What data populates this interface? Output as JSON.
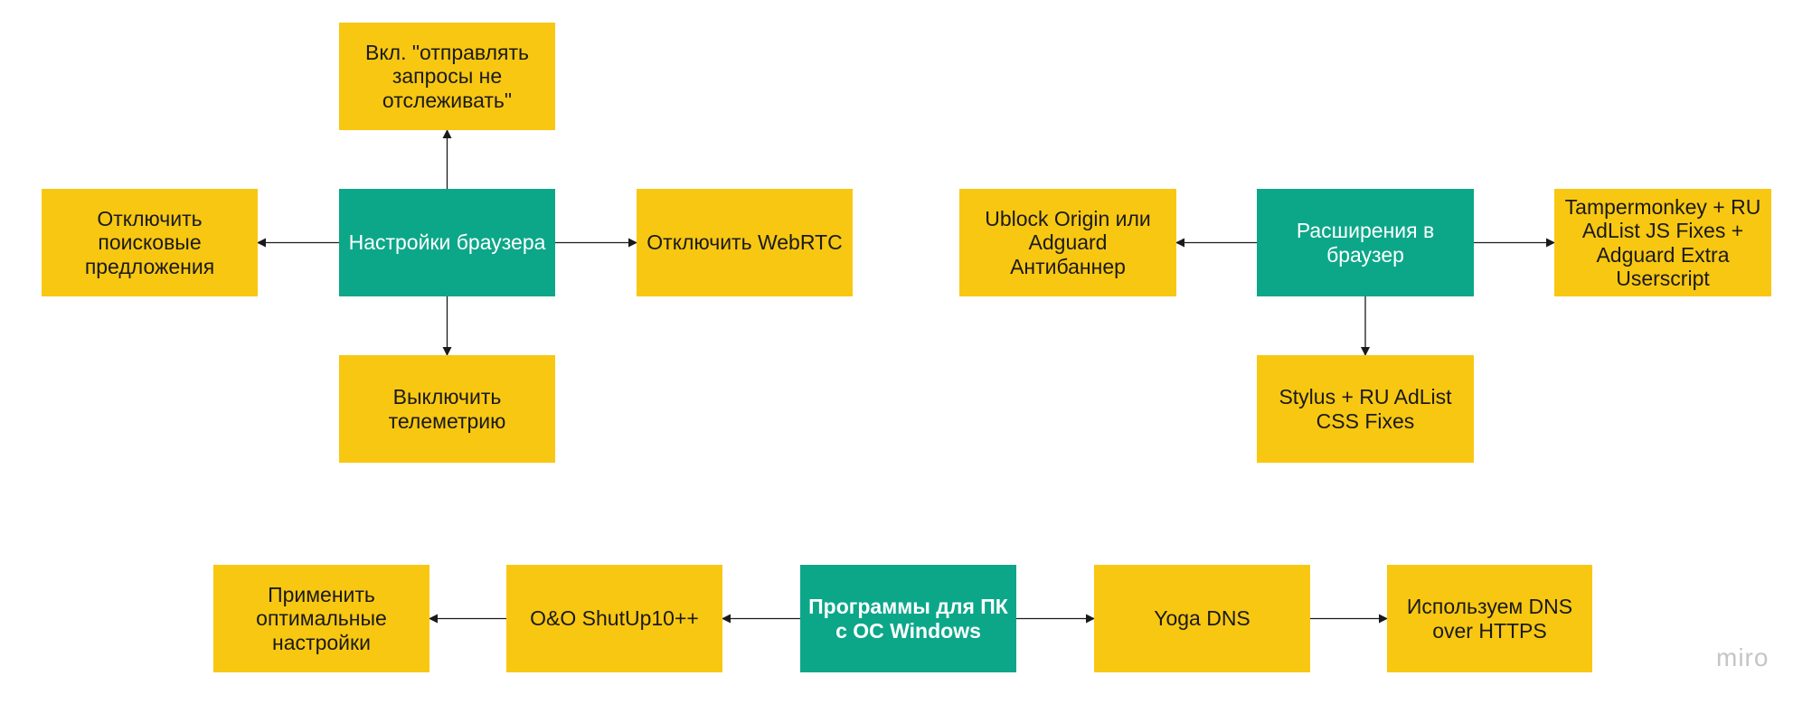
{
  "diagram": {
    "colors": {
      "hub": "#0ca789",
      "leaf": "#f8c712",
      "edge": "#1a1a1a"
    },
    "nodes": {
      "browser_settings": "Настройки браузера",
      "do_not_track": "Вкл. \"отправлять\nзапросы не\nотслеживать\"",
      "disable_suggestions": "Отключить\nпоисковые\nпредложения",
      "disable_webrtc": "Отключить WebRTC",
      "disable_telemetry": "Выключить\nтелеметрию",
      "browser_extensions": "Расширения в\nбраузер",
      "ublock": "Ublock Origin или\nAdguard\nАнтибаннер",
      "tampermonkey": "Tampermonkey + RU\nAdList JS Fixes +\nAdguard Extra\nUserscript",
      "stylus": "Stylus + RU AdList\nCSS Fixes",
      "windows_programs": "Программы для ПК\nс ОС Windows",
      "shutup": "O&O ShutUp10++",
      "optimal_settings": "Применить\nоптимальные\nнастройки",
      "yoga_dns": "Yoga DNS",
      "dns_https": "Используем  DNS\nover HTTPS"
    },
    "edges": [
      {
        "from": "browser_settings",
        "to": "do_not_track"
      },
      {
        "from": "browser_settings",
        "to": "disable_suggestions"
      },
      {
        "from": "browser_settings",
        "to": "disable_webrtc"
      },
      {
        "from": "browser_settings",
        "to": "disable_telemetry"
      },
      {
        "from": "browser_extensions",
        "to": "ublock"
      },
      {
        "from": "browser_extensions",
        "to": "tampermonkey"
      },
      {
        "from": "browser_extensions",
        "to": "stylus"
      },
      {
        "from": "windows_programs",
        "to": "shutup"
      },
      {
        "from": "shutup",
        "to": "optimal_settings"
      },
      {
        "from": "windows_programs",
        "to": "yoga_dns"
      },
      {
        "from": "yoga_dns",
        "to": "dns_https"
      }
    ]
  },
  "watermark": "miro"
}
